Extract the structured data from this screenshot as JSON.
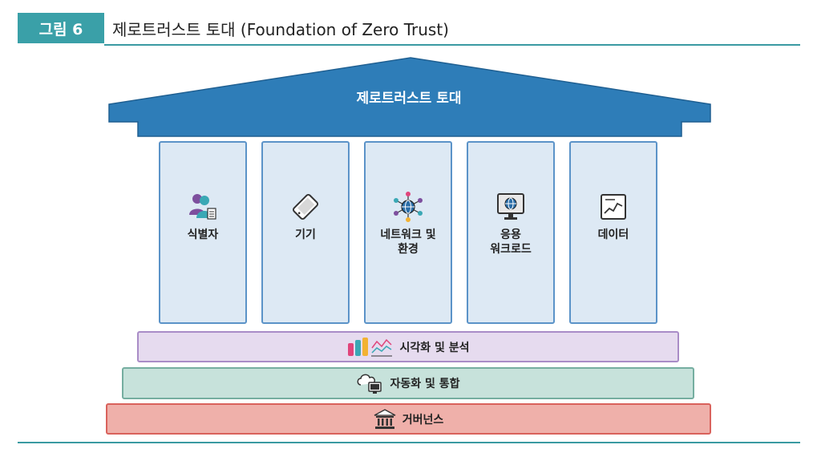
{
  "figure": {
    "label": "그림 6",
    "title": "제로트러스트 토대 (Foundation of Zero Trust)"
  },
  "roof": {
    "title": "제로트러스트 토대"
  },
  "pillars": [
    {
      "label": "식별자",
      "icon": "people-id-icon"
    },
    {
      "label": "기기",
      "icon": "device-tablet-icon"
    },
    {
      "label": "네트워크 및\n환경",
      "icon": "network-globe-icon"
    },
    {
      "label": "응용\n워크로드",
      "icon": "monitor-globe-icon"
    },
    {
      "label": "데이터",
      "icon": "data-chart-icon"
    }
  ],
  "bands": [
    {
      "label": "시각화 및 분석",
      "icon": "analytics-icon"
    },
    {
      "label": "자동화 및 통합",
      "icon": "cloud-computer-icon"
    },
    {
      "label": "거버넌스",
      "icon": "building-icon"
    }
  ],
  "colors": {
    "accent": "#3aa0a8",
    "roof": "#2e7db8",
    "pillar_fill": "#dde9f4",
    "pillar_border": "#5b93c8",
    "band_analytics": "#e6dbef",
    "band_automation": "#c7e2db",
    "band_governance": "#efb0aa"
  }
}
